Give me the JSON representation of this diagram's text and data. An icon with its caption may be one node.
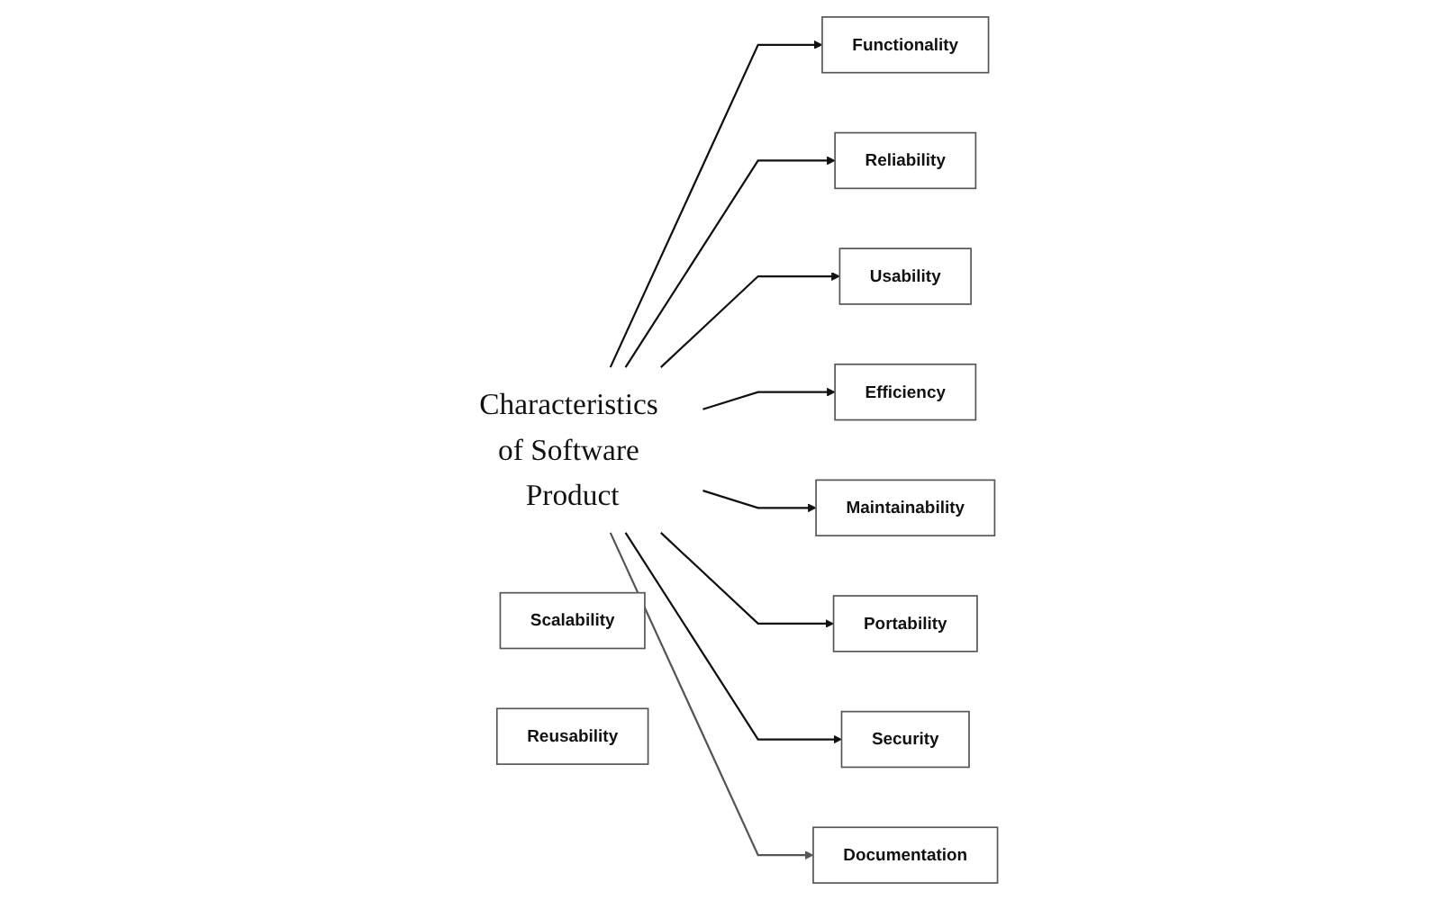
{
  "diagram": {
    "nodes": [
      {
        "text": [
          "Characteristics of Software Product"
        ]
      },
      {
        "text": [
          "Functionality"
        ]
      },
      {
        "text": [
          "Reliability"
        ]
      },
      {
        "text": [
          "Usability"
        ]
      },
      {
        "text": [
          "Efficiency"
        ]
      },
      {
        "text": [
          "Maintainability"
        ]
      },
      {
        "text": [
          "Portability"
        ]
      },
      {
        "text": [
          "Scalability"
        ]
      },
      {
        "text": [
          "Security"
        ]
      },
      {
        "text": [
          "Reusability"
        ]
      },
      {
        "text": [
          "Documentation"
        ]
      }
    ],
    "edges": [
      {
        "from": 0,
        "to": 1,
        "arrow": "to"
      },
      {
        "from": 0,
        "to": 2,
        "arrow": "to"
      },
      {
        "from": 0,
        "to": 3,
        "arrow": "to"
      },
      {
        "from": 0,
        "to": 4,
        "arrow": "to"
      },
      {
        "from": 0,
        "to": 5,
        "arrow": "to"
      },
      {
        "from": 0,
        "to": 6,
        "arrow": "to"
      },
      {
        "from": 0,
        "to": 8,
        "arrow": "to"
      },
      {
        "from": 0,
        "to": 10,
        "arrow": "to",
        "color": "#555555"
      }
    ]
  }
}
